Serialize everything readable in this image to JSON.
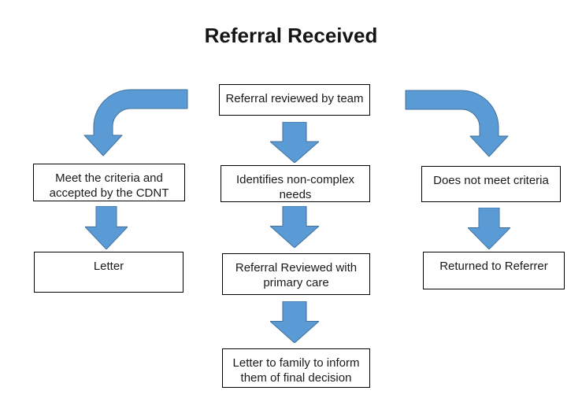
{
  "title": "Referral Received",
  "colors": {
    "arrow_fill": "#5B9BD5",
    "arrow_border": "#41719C",
    "box_border": "#000000",
    "text": "#1a1a1a",
    "background": "#ffffff"
  },
  "nodes": {
    "referral_reviewed": "Referral reviewed by team",
    "meet_criteria": "Meet the criteria and accepted by the CDNT",
    "identifies_noncomplex": "Identifies non-complex needs",
    "does_not_meet": "Does not meet criteria",
    "letter": "Letter",
    "referral_primary": "Referral Reviewed with primary care",
    "returned_referrer": "Returned to Referrer",
    "letter_family": "Letter to family to inform them of final decision"
  },
  "edges": [
    {
      "from": "referral_reviewed",
      "to": "meet_criteria",
      "arrow": "bent-down-left"
    },
    {
      "from": "referral_reviewed",
      "to": "identifies_noncomplex",
      "arrow": "down"
    },
    {
      "from": "referral_reviewed",
      "to": "does_not_meet",
      "arrow": "bent-down-right"
    },
    {
      "from": "meet_criteria",
      "to": "letter",
      "arrow": "down"
    },
    {
      "from": "identifies_noncomplex",
      "to": "referral_primary",
      "arrow": "down"
    },
    {
      "from": "does_not_meet",
      "to": "returned_referrer",
      "arrow": "down"
    },
    {
      "from": "referral_primary",
      "to": "letter_family",
      "arrow": "down"
    }
  ]
}
